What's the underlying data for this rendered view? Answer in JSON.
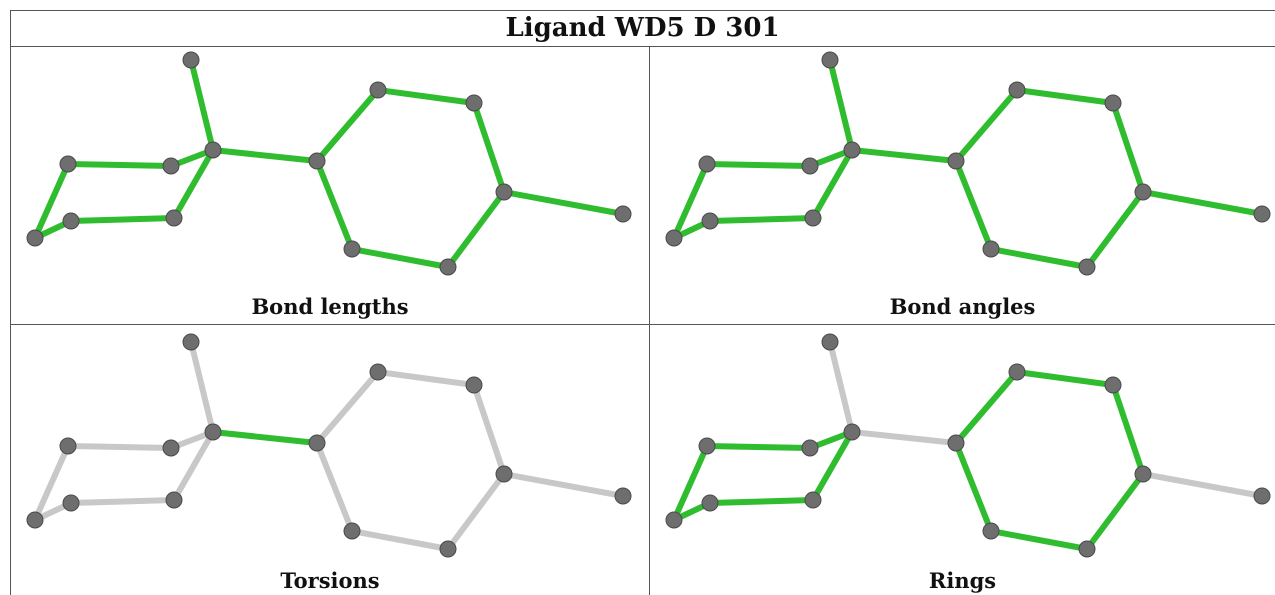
{
  "title": "Ligand WD5 D 301",
  "colors": {
    "highlight": "#2fbd2f",
    "neutral": "#c8c8c8",
    "atom": "#6e6e6e"
  },
  "panels": [
    {
      "caption": "Bond lengths",
      "highlighted_bonds": [
        0,
        1,
        2,
        3,
        4,
        5,
        6,
        7,
        8,
        9,
        10,
        11,
        12,
        13,
        14
      ]
    },
    {
      "caption": "Bond angles",
      "highlighted_bonds": [
        0,
        1,
        2,
        3,
        4,
        5,
        6,
        7,
        8,
        9,
        10,
        11,
        12,
        13,
        14
      ]
    },
    {
      "caption": "Torsions",
      "highlighted_bonds": [
        7
      ]
    },
    {
      "caption": "Rings",
      "highlighted_bonds": [
        0,
        1,
        2,
        3,
        4,
        5,
        8,
        9,
        10,
        11,
        12,
        13
      ]
    }
  ]
}
